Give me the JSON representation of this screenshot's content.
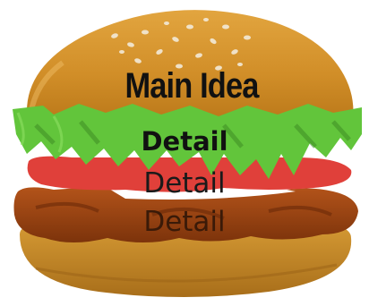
{
  "labels": {
    "main_idea": "Main Idea",
    "details": [
      "Detail",
      "Detail",
      "Detail"
    ]
  },
  "colors": {
    "bun_top": "#D9962E",
    "bun_top_dark": "#A86A1A",
    "lettuce": "#62C53B",
    "lettuce_dark": "#3E8C25",
    "tomato": "#E5413C",
    "patty": "#9C4310",
    "patty_dark": "#6B2A08",
    "bun_bottom": "#C98E2E",
    "sesame": "#F3EAD8"
  },
  "icons": [
    "hamburger-illustration",
    "sesame-seeds"
  ]
}
